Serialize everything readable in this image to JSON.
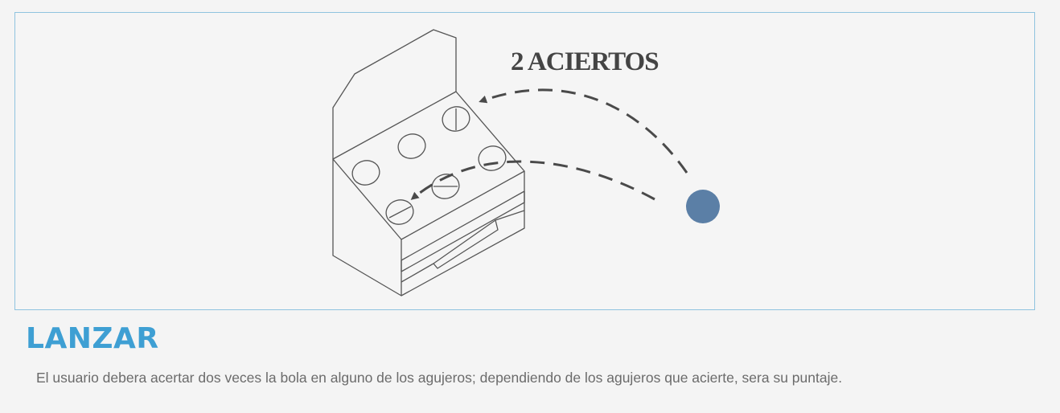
{
  "illustration": {
    "caption": "2 ACIERTOS",
    "ball_color": "#5b7fa6",
    "line_color": "#4a4a4a"
  },
  "section": {
    "title": "LANZAR",
    "description": "El usuario debera acertar dos veces la bola en alguno de los agujeros; dependiendo de los agujeros que acierte, sera su puntaje."
  },
  "colors": {
    "accent": "#3e9fd3",
    "panel_border": "#8fc3df",
    "body_text": "#6b6b6b"
  }
}
